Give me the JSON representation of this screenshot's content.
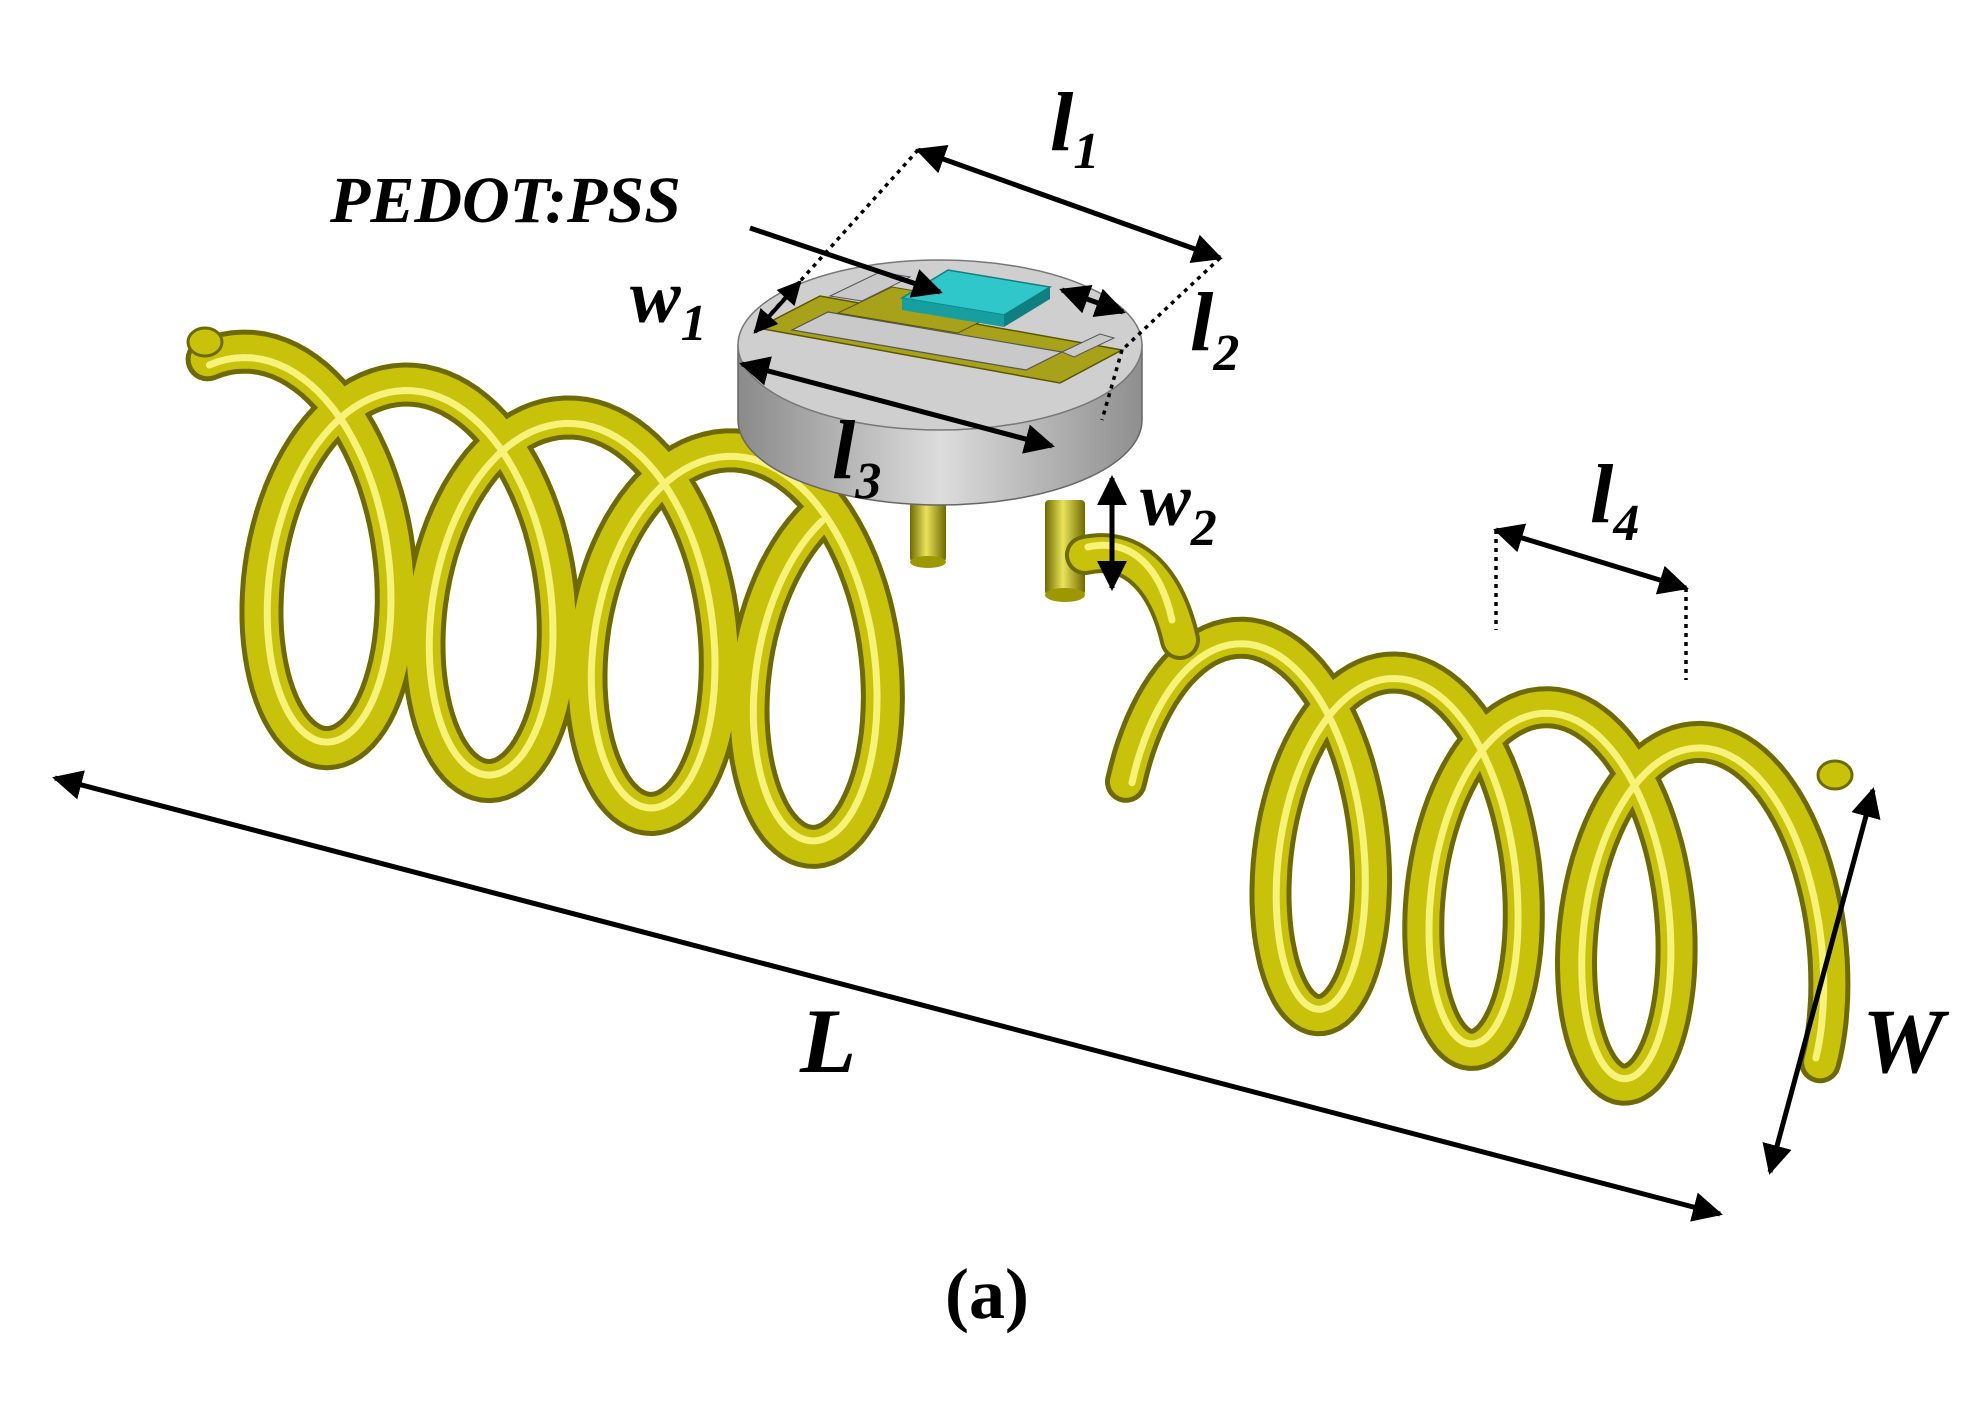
{
  "figure": {
    "material_label": "PEDOT:PSS",
    "caption": "(a)",
    "dimensions": {
      "l1": {
        "main": "l",
        "sub": "1"
      },
      "l2": {
        "main": "l",
        "sub": "2"
      },
      "l3": {
        "main": "l",
        "sub": "3"
      },
      "l4": {
        "main": "l",
        "sub": "4"
      },
      "w1": {
        "main": "w",
        "sub": "1"
      },
      "w2": {
        "main": "w",
        "sub": "2"
      },
      "L": {
        "main": "L"
      },
      "W": {
        "main": "W"
      }
    },
    "colors": {
      "coil": "#c9c20a",
      "coil_highlight": "#f6f27a",
      "coil_shadow": "#6e6a00",
      "substrate": "#b9b9b9",
      "substrate_top": "#cfcfcf",
      "patch": "#a8a21a",
      "pedot_pss": "#2fc7c9",
      "dimension_line": "#000000"
    }
  }
}
